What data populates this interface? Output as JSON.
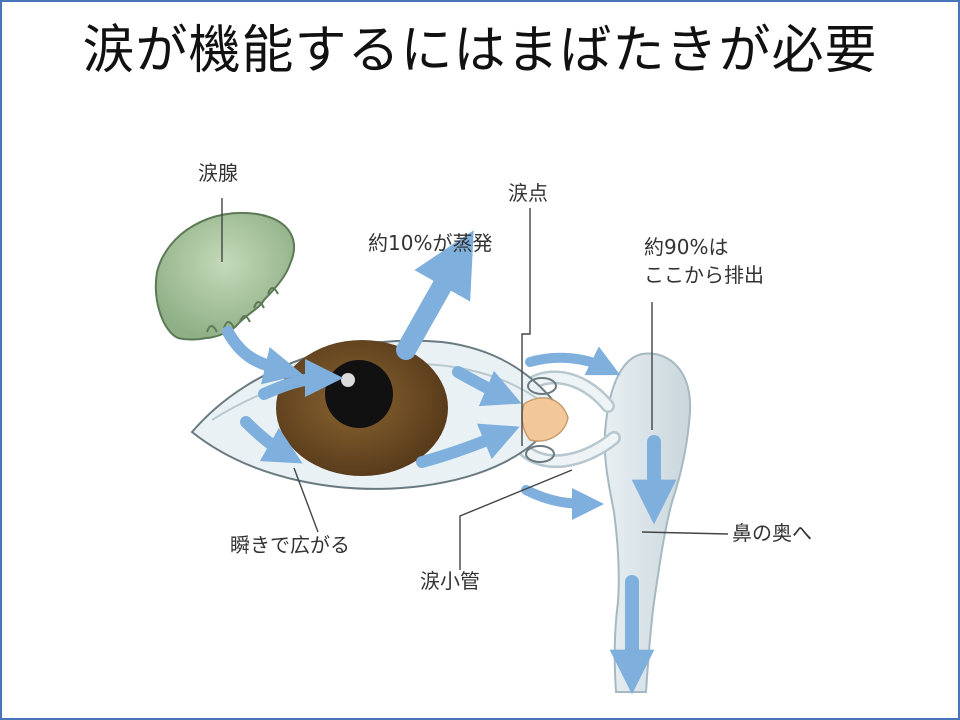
{
  "title": "涙が機能するにはまばたきが必要",
  "labels": {
    "lacrimal_gland": "涙腺",
    "evaporation": "約10%が蒸発",
    "punctum": "涙点",
    "drain_line1": "約90%は",
    "drain_line2": "ここから排出",
    "spread": "瞬きで広がる",
    "canaliculus": "涙小管",
    "nose": "鼻の奥へ"
  },
  "colors": {
    "border": "#4a74b8",
    "gland": "#a9c59d",
    "iris": "#6b4a1c",
    "arrow": "#7fb0dd",
    "duct": "#dfe9ee"
  }
}
